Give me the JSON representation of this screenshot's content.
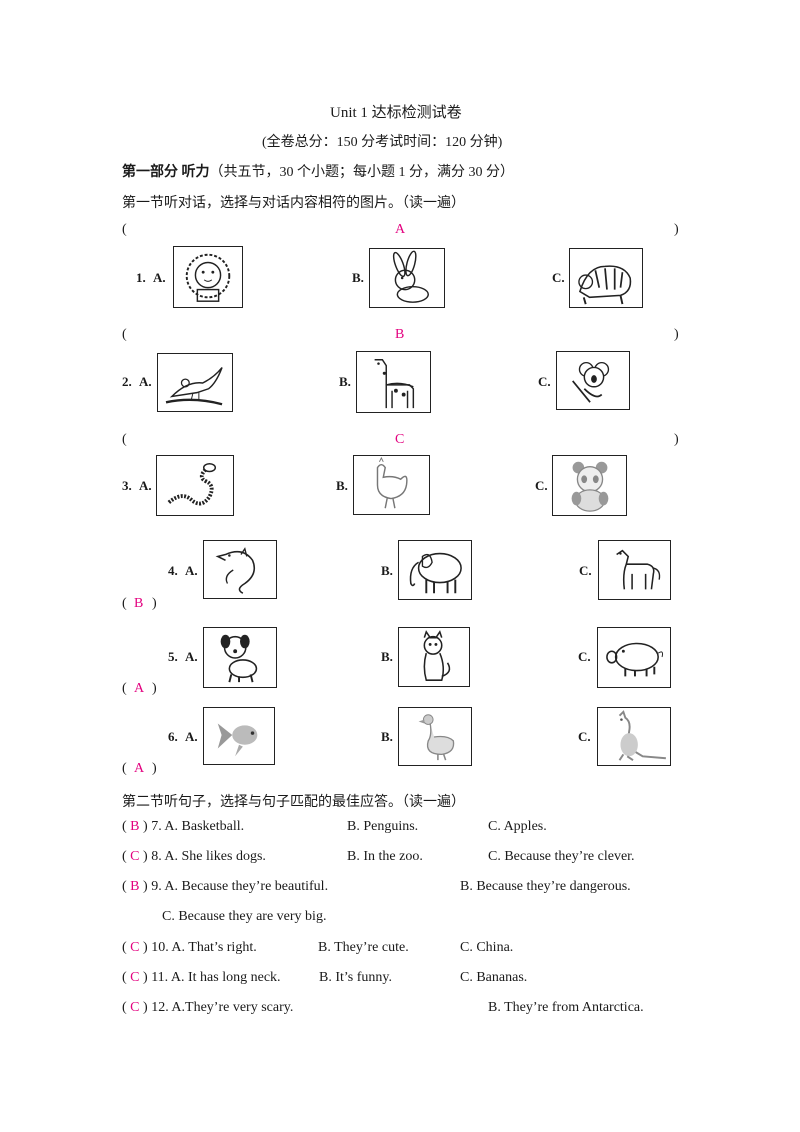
{
  "header": {
    "title": "Unit 1 达标检测试卷",
    "subtitle": "(全卷总分：150 分考试时间：120 分钟)"
  },
  "part1": {
    "heading_bold": "第一部分  听力",
    "heading_rest": "（共五节，30 个小题；每小题 1 分，满分 30 分）",
    "section1": "第一节听对话，选择与对话内容相符的图片。（读一遍）",
    "section2": "第二节听句子，选择与句子匹配的最佳应答。（读一遍）"
  },
  "picture_questions": [
    {
      "number": "1.",
      "answer": "A",
      "options": [
        {
          "label": "A.",
          "icon": "lion-icon"
        },
        {
          "label": "B.",
          "icon": "rabbit-icon"
        },
        {
          "label": "C.",
          "icon": "tiger-icon"
        }
      ]
    },
    {
      "number": "2.",
      "answer": "B",
      "options": [
        {
          "label": "A.",
          "icon": "eagle-icon"
        },
        {
          "label": "B.",
          "icon": "giraffe-icon"
        },
        {
          "label": "C.",
          "icon": "koala-icon"
        }
      ]
    },
    {
      "number": "3.",
      "answer": "C",
      "options": [
        {
          "label": "A.",
          "icon": "snake-icon"
        },
        {
          "label": "B.",
          "icon": "rooster-icon"
        },
        {
          "label": "C.",
          "icon": "panda-icon"
        }
      ]
    },
    {
      "number": "4.",
      "answer": "B",
      "options": [
        {
          "label": "A.",
          "icon": "dolphin-icon"
        },
        {
          "label": "B.",
          "icon": "elephant-icon"
        },
        {
          "label": "C.",
          "icon": "horse-icon"
        }
      ]
    },
    {
      "number": "5.",
      "answer": "A",
      "options": [
        {
          "label": "A.",
          "icon": "dog-icon"
        },
        {
          "label": "B.",
          "icon": "cat-icon"
        },
        {
          "label": "C.",
          "icon": "pig-icon"
        }
      ]
    },
    {
      "number": "6.",
      "answer": "A",
      "options": [
        {
          "label": "A.",
          "icon": "goldfish-icon"
        },
        {
          "label": "B.",
          "icon": "goose-icon"
        },
        {
          "label": "C.",
          "icon": "kangaroo-icon"
        }
      ]
    }
  ],
  "sentence_questions": [
    {
      "answer": "B",
      "stem": "7. A. Basketball.",
      "b": "B. Penguins.",
      "c": "C. Apples."
    },
    {
      "answer": "C",
      "stem": "8. A. She likes dogs.",
      "b": "B. In the zoo.",
      "c": "C. Because they’re clever."
    },
    {
      "answer": "B",
      "stem": "9. A. Because they’re beautiful.",
      "b": "B. Because they’re dangerous.",
      "c": "C.  Because they are very big."
    },
    {
      "answer": "C",
      "stem": "10. A. That’s right.",
      "b": "B. They’re cute.",
      "c": "C. China."
    },
    {
      "answer": "C",
      "stem": "11. A. It has long neck.",
      "b": "B. It’s funny.",
      "c": "C. Bananas."
    },
    {
      "answer": "C",
      "stem": "12. A.They’re very scary.",
      "b": "B. They’re from Antarctica.",
      "c": ""
    }
  ],
  "colors": {
    "answer": "#e3007f",
    "text": "#1a1a1a"
  },
  "symbols": {
    "open": "(",
    "close": ")"
  }
}
